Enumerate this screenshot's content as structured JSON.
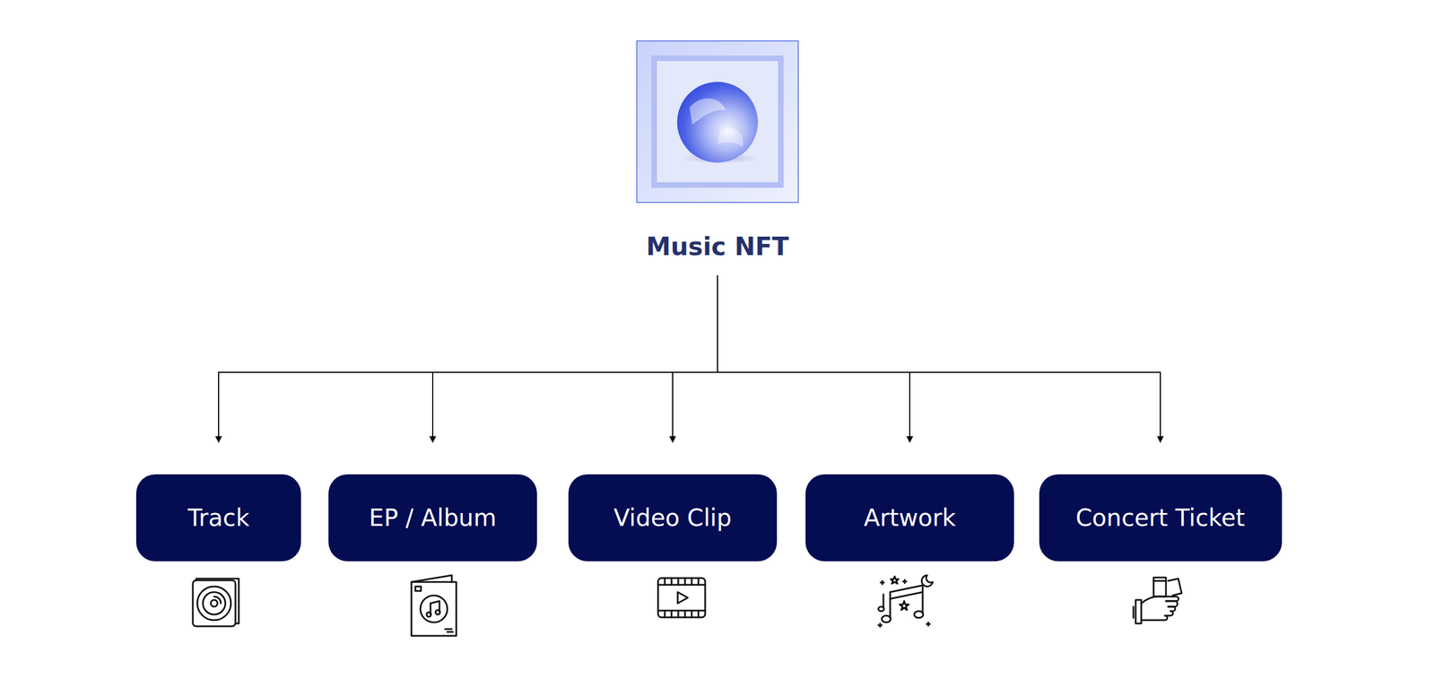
{
  "diagram": {
    "nodes": [
      {
        "text": [
          "Music NFT"
        ]
      },
      {
        "text": [
          "Track"
        ]
      },
      {
        "text": [
          "EP / Album"
        ]
      },
      {
        "text": [
          "Video Clip"
        ]
      },
      {
        "text": [
          "Artwork"
        ]
      },
      {
        "text": [
          "Concert Ticket"
        ]
      }
    ],
    "edges": [
      {
        "from": 0,
        "to": 1,
        "arrow": "to"
      },
      {
        "from": 0,
        "to": 2,
        "arrow": "to"
      },
      {
        "from": 0,
        "to": 3,
        "arrow": "to"
      },
      {
        "from": 0,
        "to": 4,
        "arrow": "to"
      },
      {
        "from": 0,
        "to": 5,
        "arrow": "to"
      }
    ]
  }
}
